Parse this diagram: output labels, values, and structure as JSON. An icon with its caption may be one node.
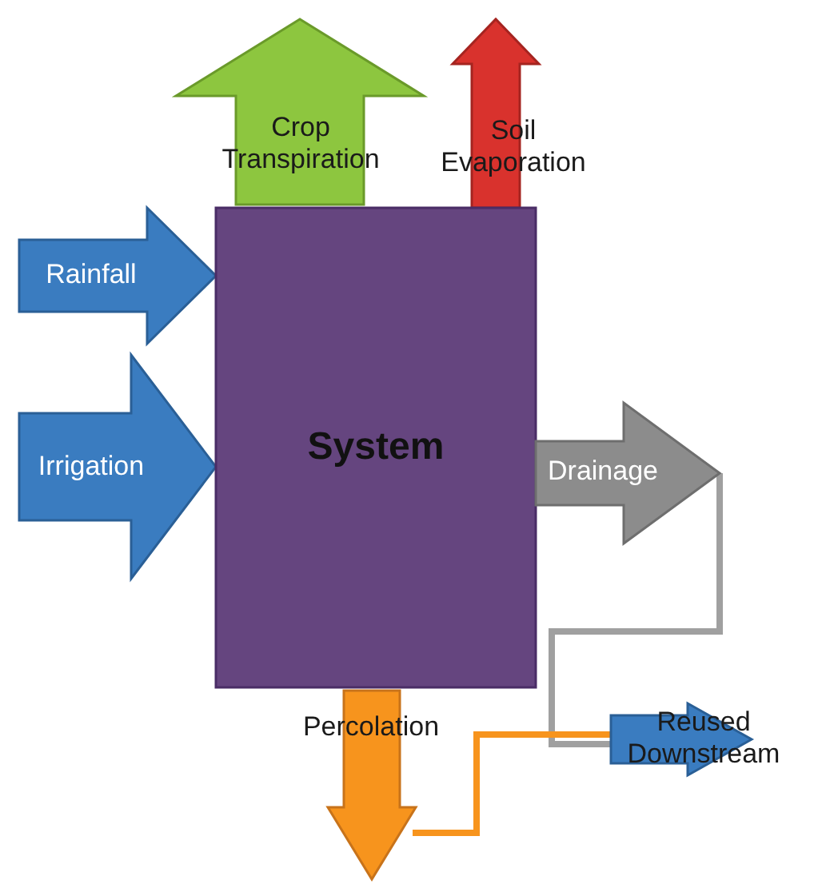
{
  "diagram": {
    "nodes": [
      {
        "text": [
          "Crop Transpiration"
        ]
      },
      {
        "text": [
          "Soil Evaporation"
        ]
      },
      {
        "text": [
          "Rainfall"
        ]
      },
      {
        "text": [
          "Irrigation"
        ]
      },
      {
        "text": [
          "System"
        ]
      },
      {
        "text": [
          "Drainage"
        ]
      },
      {
        "text": [
          "Percolation"
        ]
      },
      {
        "text": [
          "Reused Downstream"
        ]
      }
    ],
    "edges": [
      {
        "from": 5,
        "to": 7,
        "arrow": "none",
        "color": "#a0a0a0"
      },
      {
        "from": 6,
        "to": 7,
        "arrow": "none",
        "color": "#f7941d"
      },
      {
        "from": 2,
        "to": 4,
        "arrow": "to"
      },
      {
        "from": 3,
        "to": 4,
        "arrow": "to"
      },
      {
        "from": 4,
        "to": 0,
        "arrow": "to"
      },
      {
        "from": 4,
        "to": 1,
        "arrow": "to"
      },
      {
        "from": 4,
        "to": 5,
        "arrow": "to"
      },
      {
        "from": 4,
        "to": 6,
        "arrow": "to"
      }
    ]
  }
}
